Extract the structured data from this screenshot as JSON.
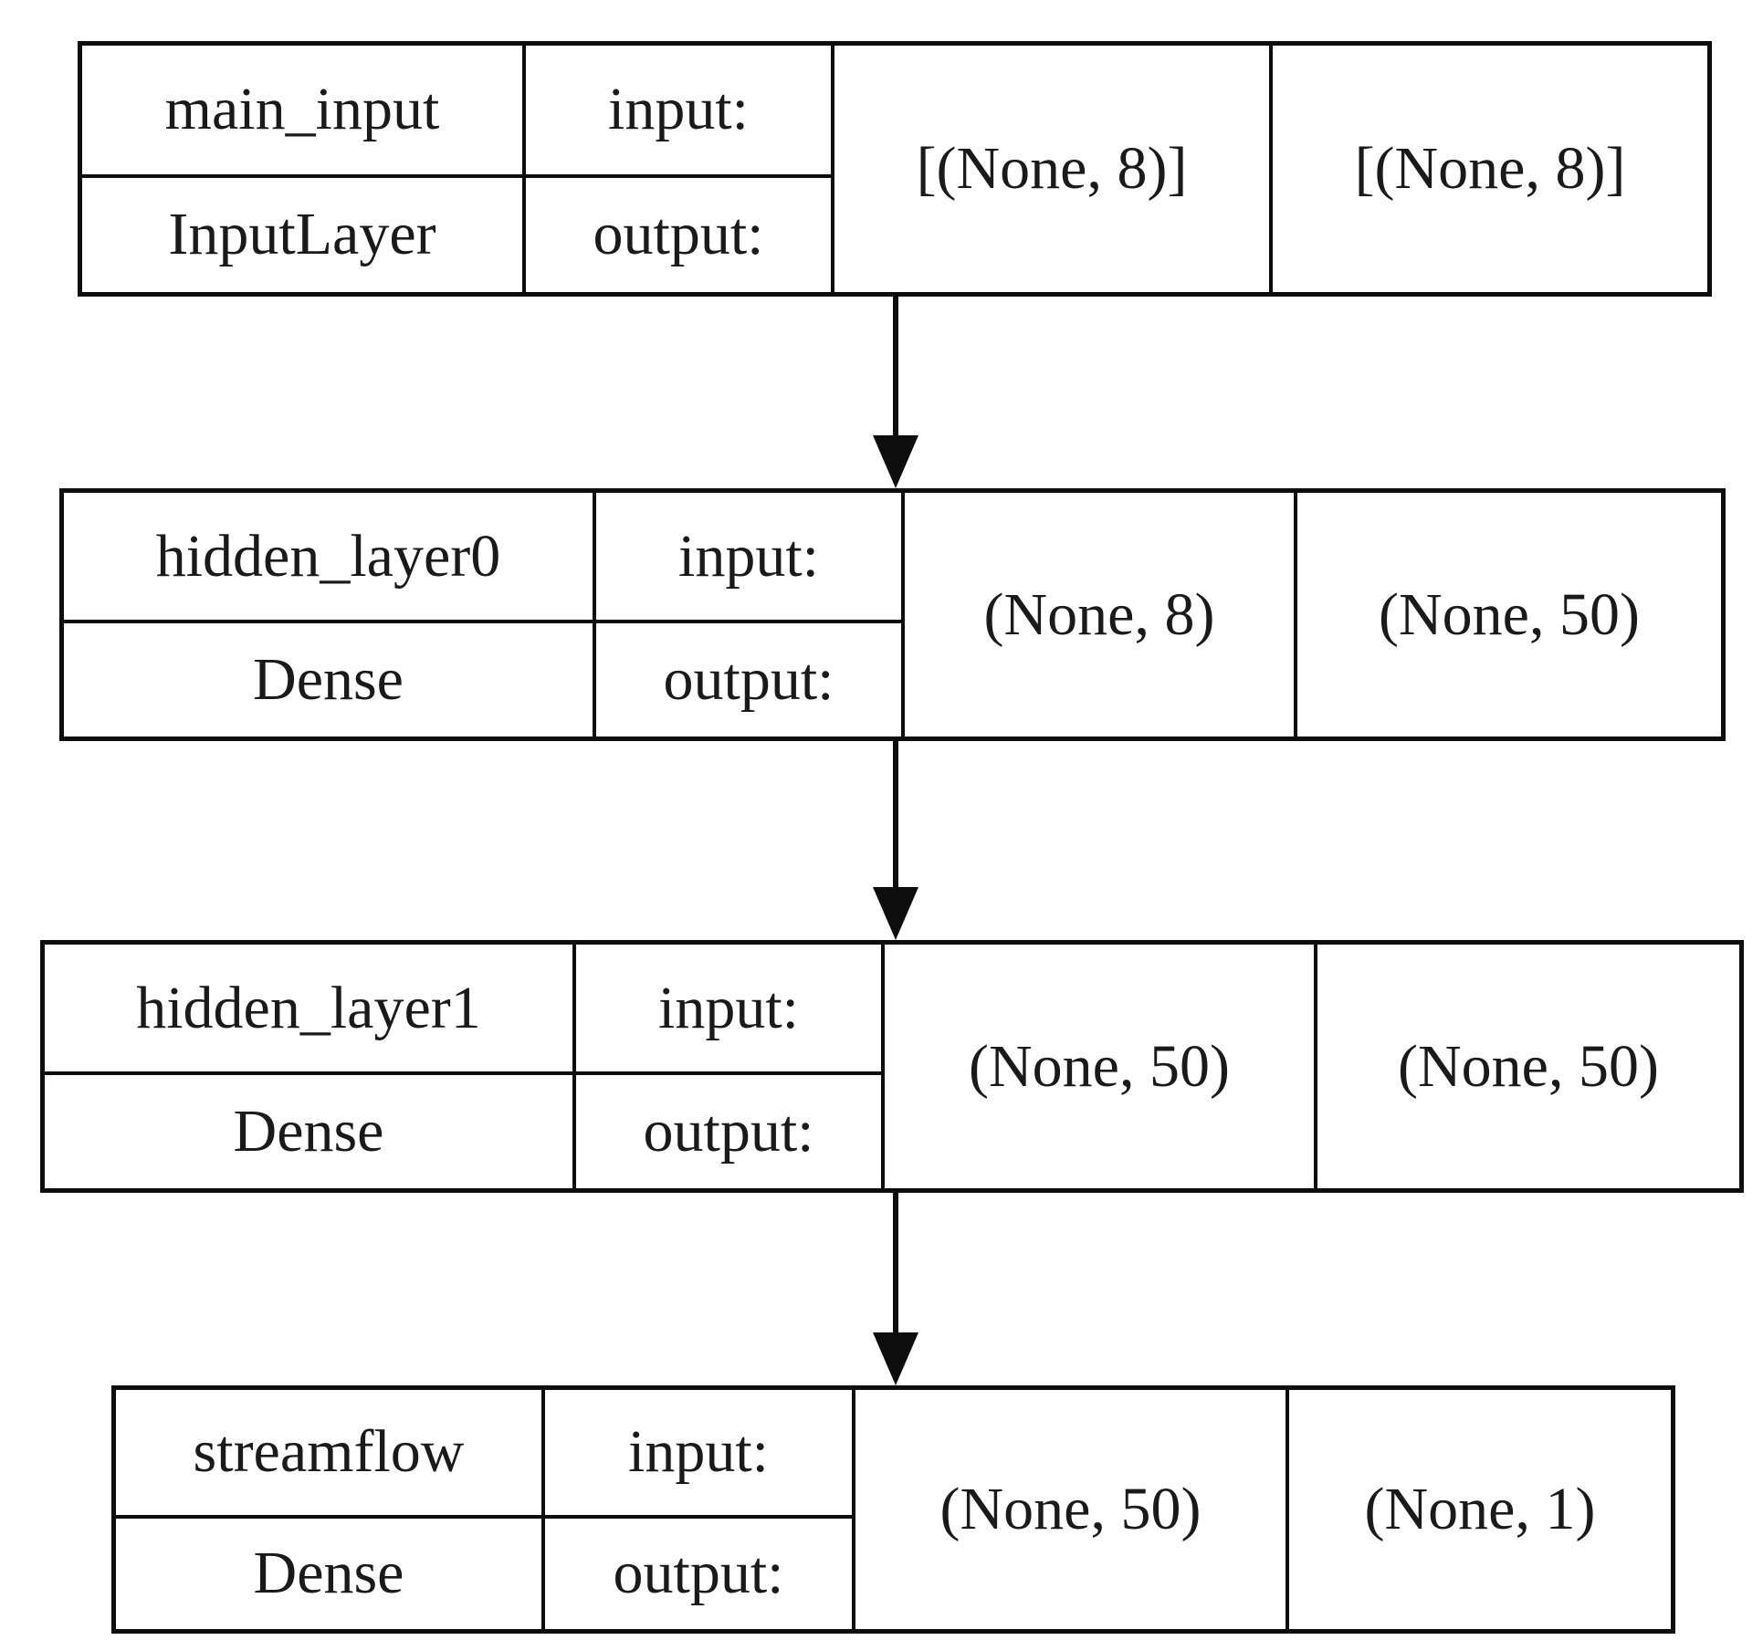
{
  "diagram": {
    "kind": "keras-model-plot",
    "colors": {
      "border": "#0d0d0d",
      "background": "#ffffff",
      "text": "#1a1a1a"
    },
    "nodes": [
      {
        "name": "main_input",
        "layer_type": "InputLayer",
        "input_label": "input:",
        "output_label": "output:",
        "input_shape": "[(None, 8)]",
        "output_shape": "[(None, 8)]"
      },
      {
        "name": "hidden_layer0",
        "layer_type": "Dense",
        "input_label": "input:",
        "output_label": "output:",
        "input_shape": "(None, 8)",
        "output_shape": "(None, 50)"
      },
      {
        "name": "hidden_layer1",
        "layer_type": "Dense",
        "input_label": "input:",
        "output_label": "output:",
        "input_shape": "(None, 50)",
        "output_shape": "(None, 50)"
      },
      {
        "name": "streamflow",
        "layer_type": "Dense",
        "input_label": "input:",
        "output_label": "output:",
        "input_shape": "(None, 50)",
        "output_shape": "(None, 1)"
      }
    ],
    "edges": [
      {
        "from": "main_input",
        "to": "hidden_layer0"
      },
      {
        "from": "hidden_layer0",
        "to": "hidden_layer1"
      },
      {
        "from": "hidden_layer1",
        "to": "streamflow"
      }
    ]
  }
}
